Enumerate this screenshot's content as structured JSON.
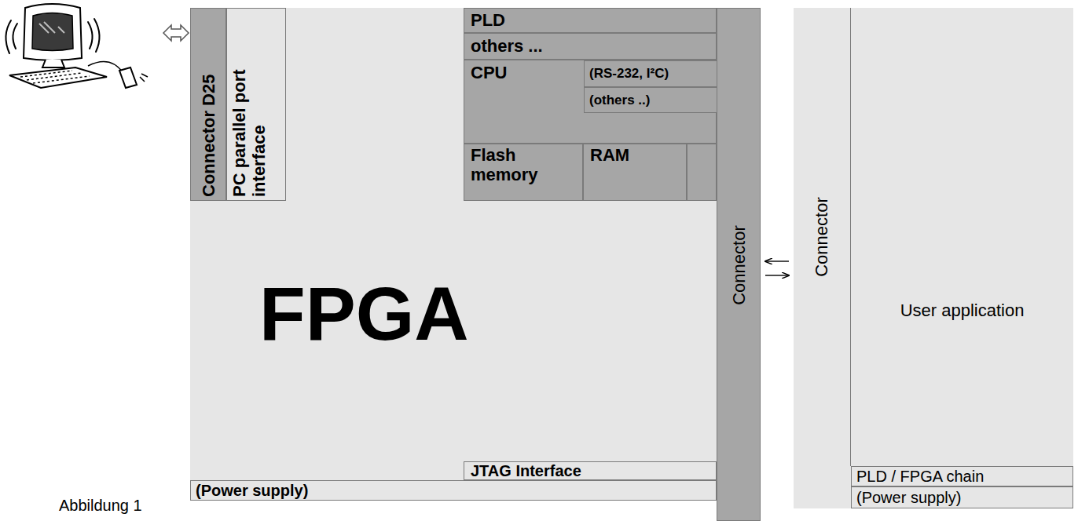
{
  "diagram": {
    "nodes": [
      {
        "text": [
          "FPGA"
        ]
      },
      {
        "text": [
          "Connector D25"
        ],
        "in": 0
      },
      {
        "text": [
          "PC parallel port interface"
        ],
        "in": 0
      },
      {
        "text": [
          "PLD"
        ],
        "in": 0
      },
      {
        "text": [
          "others ..."
        ],
        "in": 0
      },
      {
        "text": [
          "CPU"
        ],
        "in": 0
      },
      {
        "text": [
          "(RS-232, I²C)"
        ],
        "in": 5
      },
      {
        "text": [
          "(others ..)"
        ],
        "in": 5
      },
      {
        "text": [
          "Flash memory"
        ],
        "in": 0
      },
      {
        "text": [
          "RAM"
        ],
        "in": 0
      },
      {
        "text": [
          "JTAG Interface"
        ],
        "in": 0
      },
      {
        "text": [
          "(Power supply)"
        ],
        "in": 0
      },
      {
        "text": [
          "Connector"
        ]
      },
      {
        "text": [
          "User application"
        ]
      },
      {
        "text": [
          "Connector"
        ],
        "in": 13
      },
      {
        "text": [
          "PLD / FPGA chain"
        ],
        "in": 13
      },
      {
        "text": [
          "(Power supply)"
        ],
        "in": 13
      }
    ],
    "edges": [
      {
        "from": 12,
        "to": 14,
        "arrow": "both"
      }
    ],
    "labels": [
      "Abbildung 1"
    ]
  }
}
